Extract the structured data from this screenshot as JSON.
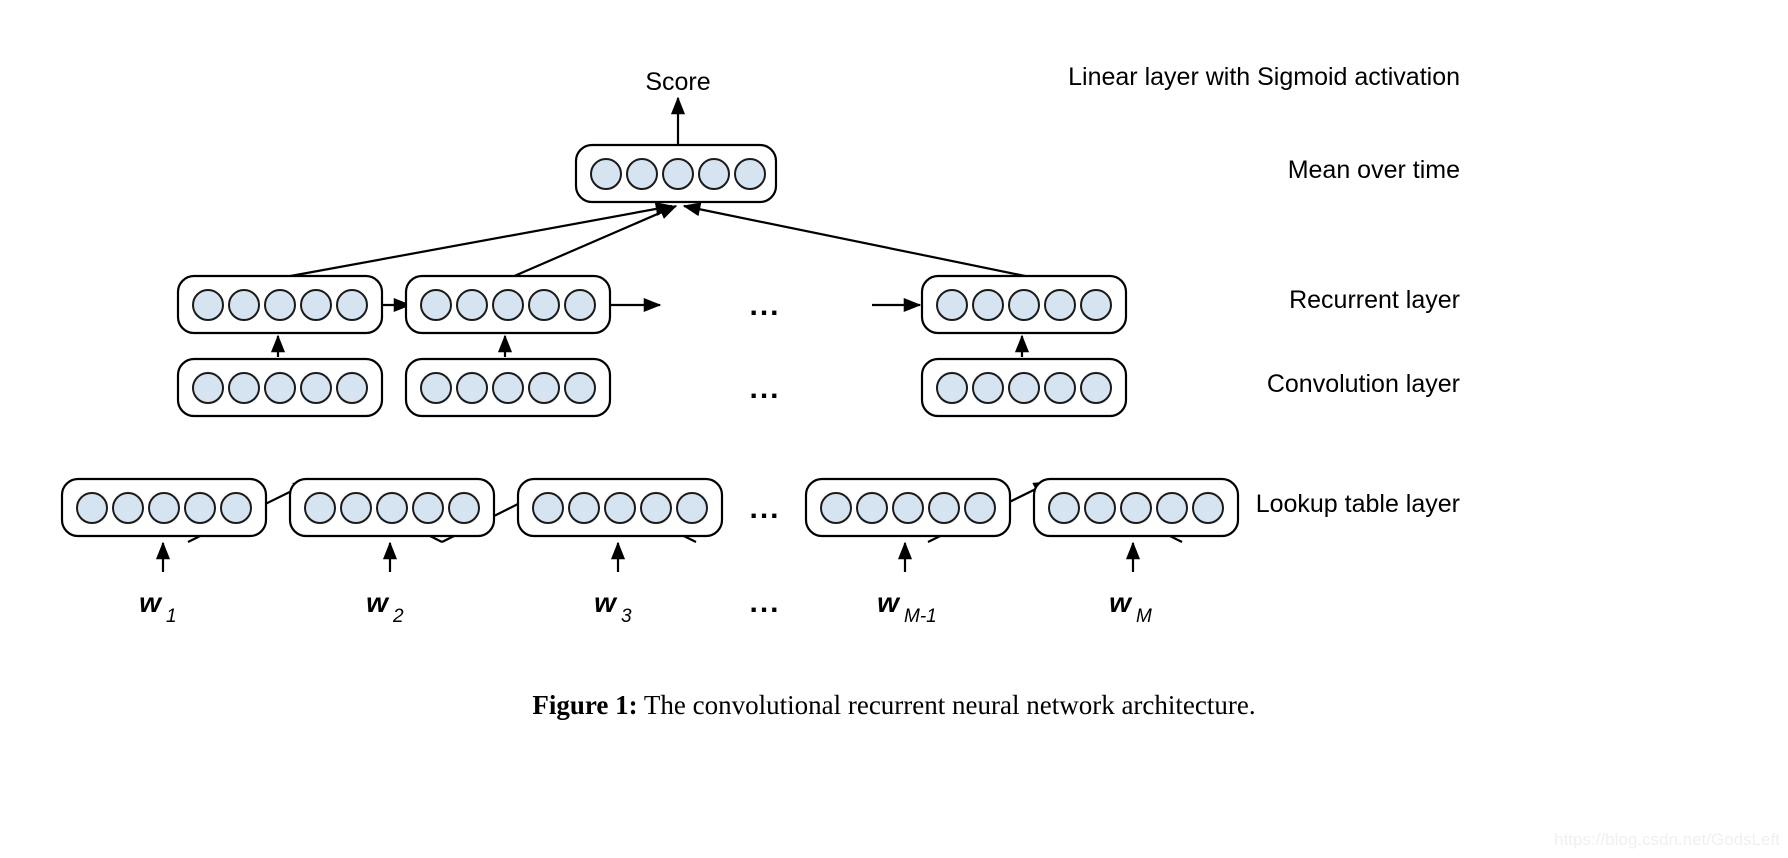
{
  "figure": {
    "score_label": "Score",
    "caption_prefix": "Figure 1:",
    "caption_text": " The convolutional recurrent neural network architecture.",
    "watermark": "https://blog.csdn.net/GodsLeft",
    "ellipsis": "...",
    "colors": {
      "neuron_fill": "#d6e3f0",
      "stroke": "#000000",
      "background": "#ffffff"
    }
  },
  "layer_labels": [
    {
      "id": "linear-sigmoid",
      "text": "Linear layer with Sigmoid activation"
    },
    {
      "id": "mean-over-time",
      "text": "Mean over time"
    },
    {
      "id": "recurrent",
      "text": "Recurrent layer"
    },
    {
      "id": "convolution",
      "text": "Convolution layer"
    },
    {
      "id": "lookup-table",
      "text": "Lookup table layer"
    }
  ],
  "words": [
    {
      "base": "w",
      "sub": "1"
    },
    {
      "base": "w",
      "sub": "2"
    },
    {
      "base": "w",
      "sub": "3"
    },
    {
      "base": "w",
      "sub": "M-1"
    },
    {
      "base": "w",
      "sub": "M"
    }
  ],
  "structure": {
    "neurons_per_box": 5,
    "mean_boxes": 1,
    "recurrent_boxes": 3,
    "convolution_boxes": 3,
    "lookup_boxes": 5
  }
}
